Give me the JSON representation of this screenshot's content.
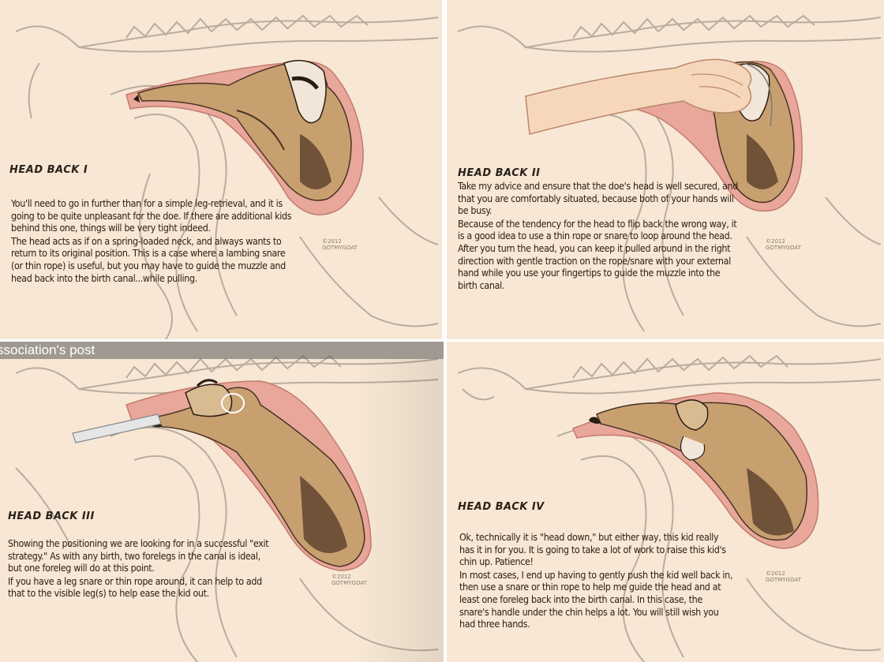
{
  "panels": [
    {
      "title": "HEAD BACK I",
      "paragraphs": [
        "You'll need to go in further than for a simple leg-retrieval, and it is going to be quite unpleasant for the doe. If there are additional kids behind this one, things will be very tight indeed.",
        "The head acts as if on a spring-loaded neck, and always wants to return to its original position. This is a case where a lambing snare (or thin rope) is useful, but you may have to guide the muzzle and head back into the birth canal...while pulling."
      ],
      "signature": [
        "©2012",
        "GOTMYGOAT"
      ]
    },
    {
      "title": "HEAD BACK II",
      "paragraphs": [
        "Take my advice and ensure that the doe's head is well secured, and that you are comfortably situated, because both of your hands will be busy.",
        "Because of the tendency for the head to flip back the wrong way, it is a good idea to use a thin rope or snare to loop around the head. After you turn the head, you can keep it pulled around in the right direction with gentle traction on the rope/snare with your external hand while you use your fingertips to guide the muzzle into the birth canal."
      ],
      "signature": [
        "©2012",
        "GOTMYGOAT"
      ]
    },
    {
      "title": "HEAD BACK III",
      "paragraphs": [
        "Showing the positioning we are looking for in a successful \"exit strategy.\" As with any birth, two forelegs in the canal is ideal, but one foreleg will do at this point.",
        "If you have a leg snare or thin rope around, it can help to add that to the visible leg(s) to help ease the kid out."
      ],
      "signature": [
        "©2012",
        "GOTMYGOAT"
      ]
    },
    {
      "title": "HEAD BACK IV",
      "paragraphs": [
        "Ok, technically it is \"head down,\" but either way, this kid really has it in for you. It is going to take a lot of work to raise this kid's chin up. Patience!",
        "In most cases, I end up having to gently push the kid well back in, then use a snare or thin rope to help me guide the head and at least one foreleg back into the birth canal. In this case, the snare's handle under the chin helps a lot. You will still wish you had three hands."
      ],
      "signature": [
        "©2012",
        "GOTMYGOAT"
      ]
    }
  ],
  "overlay_caption": "ssociation's post",
  "colors": {
    "background": "#f7e7d4",
    "uterus": "#e8a79a",
    "kid_fur": "#c8a070",
    "kid_dark": "#4a3424",
    "skeleton": "#b9aca0",
    "text": "#2a2118"
  }
}
